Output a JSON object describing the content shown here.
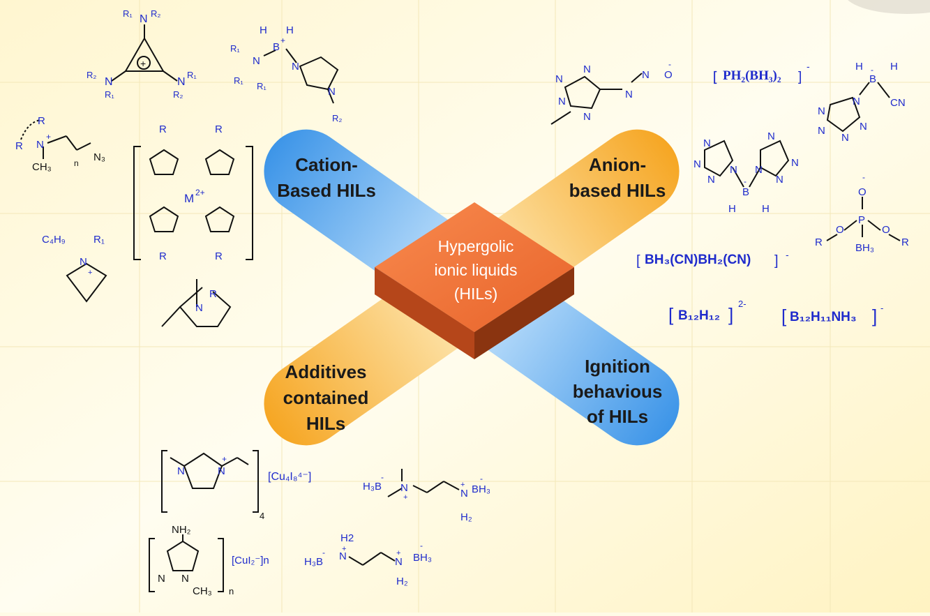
{
  "center": {
    "line1": "Hypergolic",
    "line2": "ionic liquids",
    "line3": "(HILs)"
  },
  "categories": {
    "cation": {
      "line1": "Cation-",
      "line2": "Based HILs"
    },
    "anion": {
      "line1": "Anion-",
      "line2": "based HILs"
    },
    "additives": {
      "line1": "Additives",
      "line2": "contained",
      "line3": "HILs"
    },
    "ignition": {
      "line1": "Ignition",
      "line2": "behavious",
      "line3": "of HILs"
    }
  },
  "formulas": {
    "ph2bh3": "PH₂(BH₃)₂",
    "ph2bh3_charge": "-",
    "bh3cn": "BH₃(CN)BH₂(CN)",
    "bh3cn_charge": "-",
    "b12h12": "B₁₂H₁₂",
    "b12h12_charge": "2-",
    "b12h11nh3": "B₁₂H₁₁NH₃",
    "b12h11nh3_charge": "-",
    "cu4i8": "[Cu₄I₈⁴⁻]",
    "cu4i8_sub": "4",
    "cui2": "[CuI₂⁻]n",
    "cui2_sub": "n"
  },
  "colors": {
    "background": "#fffbe6",
    "blue_band": "#4fa3ea",
    "orange_band": "#f7a21e",
    "cube_top": "#f57b3c",
    "cube_side": "#9c3b12",
    "chem_blue": "#1f2bcc"
  }
}
